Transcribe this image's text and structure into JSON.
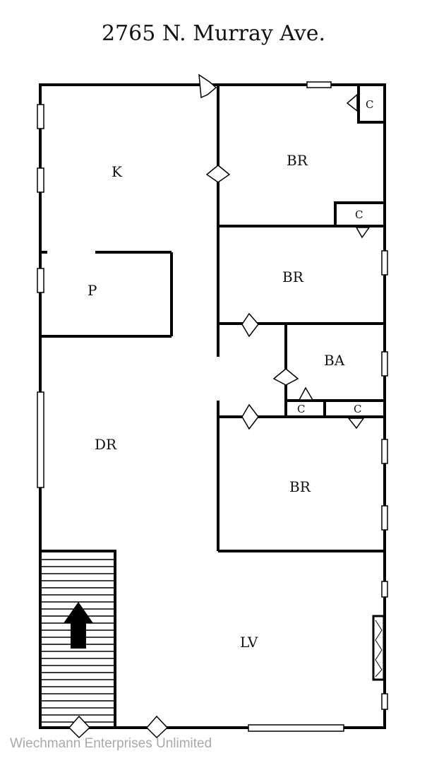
{
  "title": "2765 N. Murray Ave.",
  "watermark": "Wiechmann Enterprises Unlimited",
  "rooms": {
    "kitchen": "K",
    "pantry": "P",
    "dining": "DR",
    "living": "LV",
    "bath": "BA",
    "bedroom_top": "BR",
    "bedroom_middle": "BR",
    "bedroom_bottom": "BR"
  },
  "closets": {
    "closet_top_corner": "C",
    "closet_top_bedroom": "C",
    "closet_bath_left": "C",
    "closet_bath_right": "C"
  },
  "icons": {
    "stairs_arrow": "up-arrow-icon"
  }
}
